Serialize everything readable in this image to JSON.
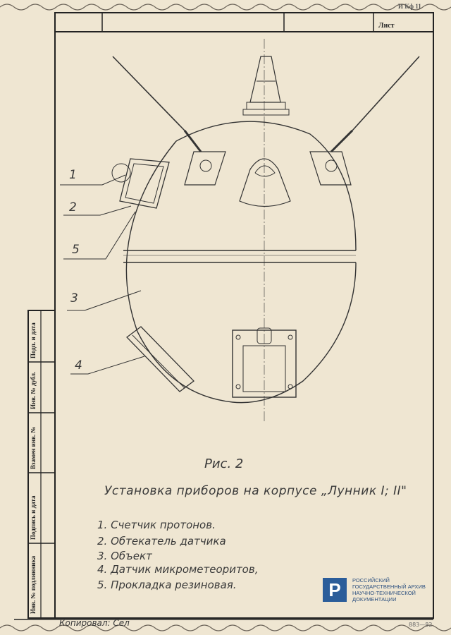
{
  "header": {
    "sheet_code": "И Кф 11",
    "sheet_label": "Лист"
  },
  "stamps": [
    "Инв. № подлинника",
    "Подпись и дата",
    "Взамен инв. №",
    "Инв. № дубл.",
    "Подп. и дата"
  ],
  "callouts": [
    "1",
    "2",
    "5",
    "3",
    "4"
  ],
  "figure": {
    "number": "Рис. 2",
    "caption": "Установка приборов на корпусе „Лунник I; II\"",
    "legend": [
      "1. Счетчик протонов.",
      "2. Обтекатель датчика",
      "3. Объект",
      "4. Датчик микрометеоритов,",
      "5. Прокладка резиновая."
    ]
  },
  "footer": {
    "copied_by": "Копировал: Сел",
    "format": "883—82"
  },
  "archive": {
    "name_lines": [
      "Российский",
      "государственный архив",
      "научно-технической",
      "документации"
    ],
    "brand_color": "#2b5d9a"
  }
}
